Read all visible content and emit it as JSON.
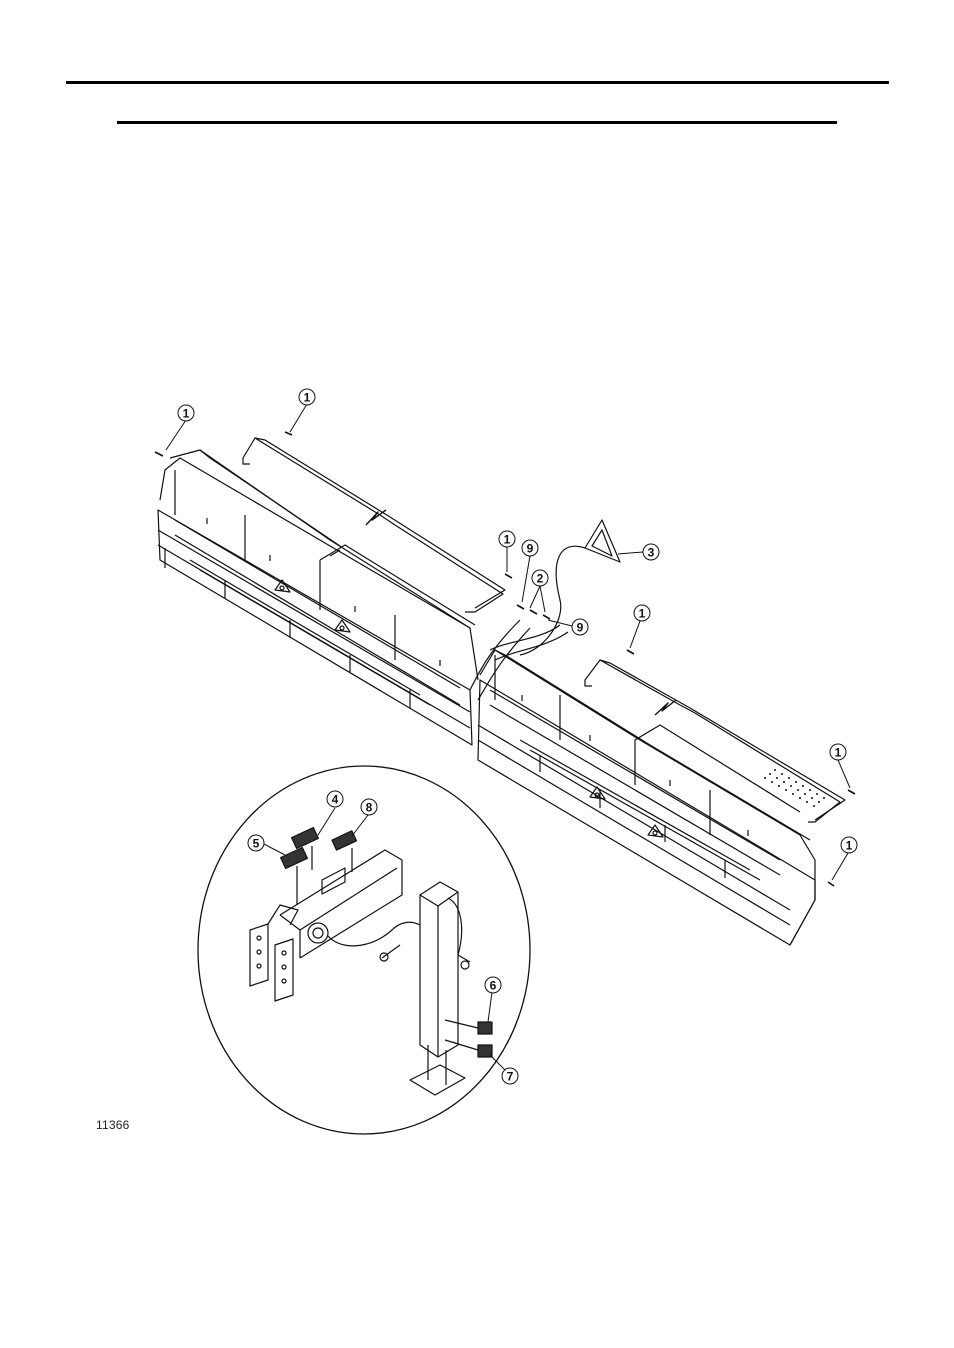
{
  "figure": {
    "number": "11366",
    "callouts": {
      "c1": "1",
      "c2": "2",
      "c3": "3",
      "c4": "4",
      "c5": "5",
      "c6": "6",
      "c7": "7",
      "c8": "8",
      "c9": "9"
    }
  }
}
